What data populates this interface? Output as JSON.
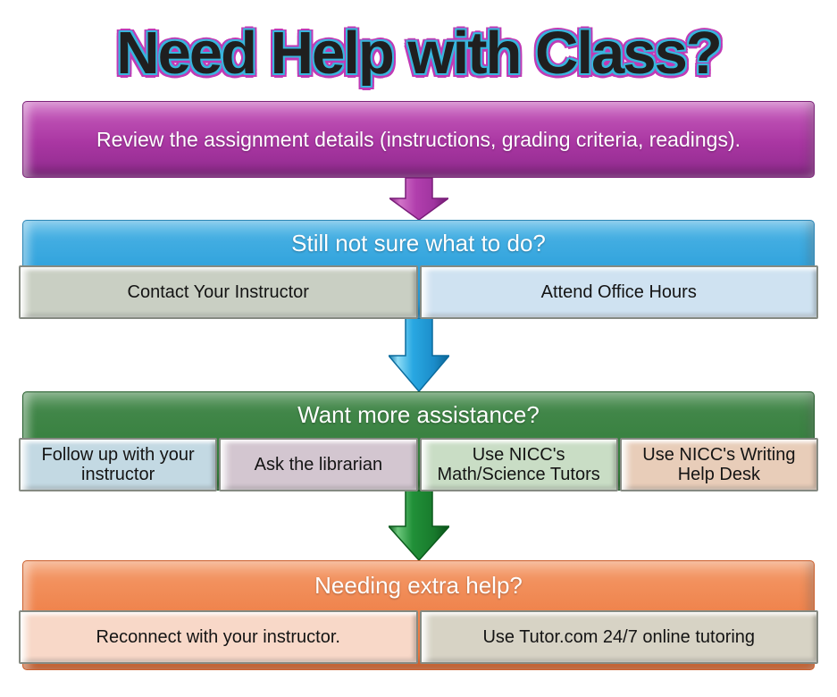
{
  "title": "Need Help with Class?",
  "title_colors": {
    "text": "#1f1f1f",
    "outline_cyan": "#38b5dd",
    "outline_magenta": "#c03ab5"
  },
  "sections": [
    {
      "name": "review-assignment",
      "header": "Review the assignment details (instructions, grading criteria, readings).",
      "band_color": "#a936a2",
      "boxes": []
    },
    {
      "name": "still-not-sure",
      "header": "Still not sure what to do?",
      "band_color": "#2b9fdb",
      "boxes": [
        {
          "label": "Contact Your Instructor",
          "bg": "#c9cfc3"
        },
        {
          "label": "Attend Office Hours",
          "bg": "#cfe2f1"
        }
      ]
    },
    {
      "name": "want-more-assistance",
      "header": "Want more assistance?",
      "band_color": "#37803f",
      "boxes": [
        {
          "label": "Follow up with your instructor",
          "bg": "#c3d9e3"
        },
        {
          "label": "Ask the librarian",
          "bg": "#d3c6d0"
        },
        {
          "label": "Use NICC's Math/Science Tutors",
          "bg": "#c9ddc5"
        },
        {
          "label": "Use NICC's Writing Help Desk",
          "bg": "#e8cdb9"
        }
      ]
    },
    {
      "name": "needing-extra-help",
      "header": "Needing extra help?",
      "band_color": "#ee7f47",
      "boxes": [
        {
          "label": "Reconnect with your instructor.",
          "bg": "#f8d8c8"
        },
        {
          "label": "Use Tutor.com 24/7 online tutoring",
          "bg": "#d7d3c5"
        }
      ]
    }
  ],
  "arrows": [
    {
      "name": "purple-arrow",
      "color": "#b13fad"
    },
    {
      "name": "blue-arrow",
      "color": "#29a8e2"
    },
    {
      "name": "green-arrow",
      "color": "#219038"
    }
  ]
}
